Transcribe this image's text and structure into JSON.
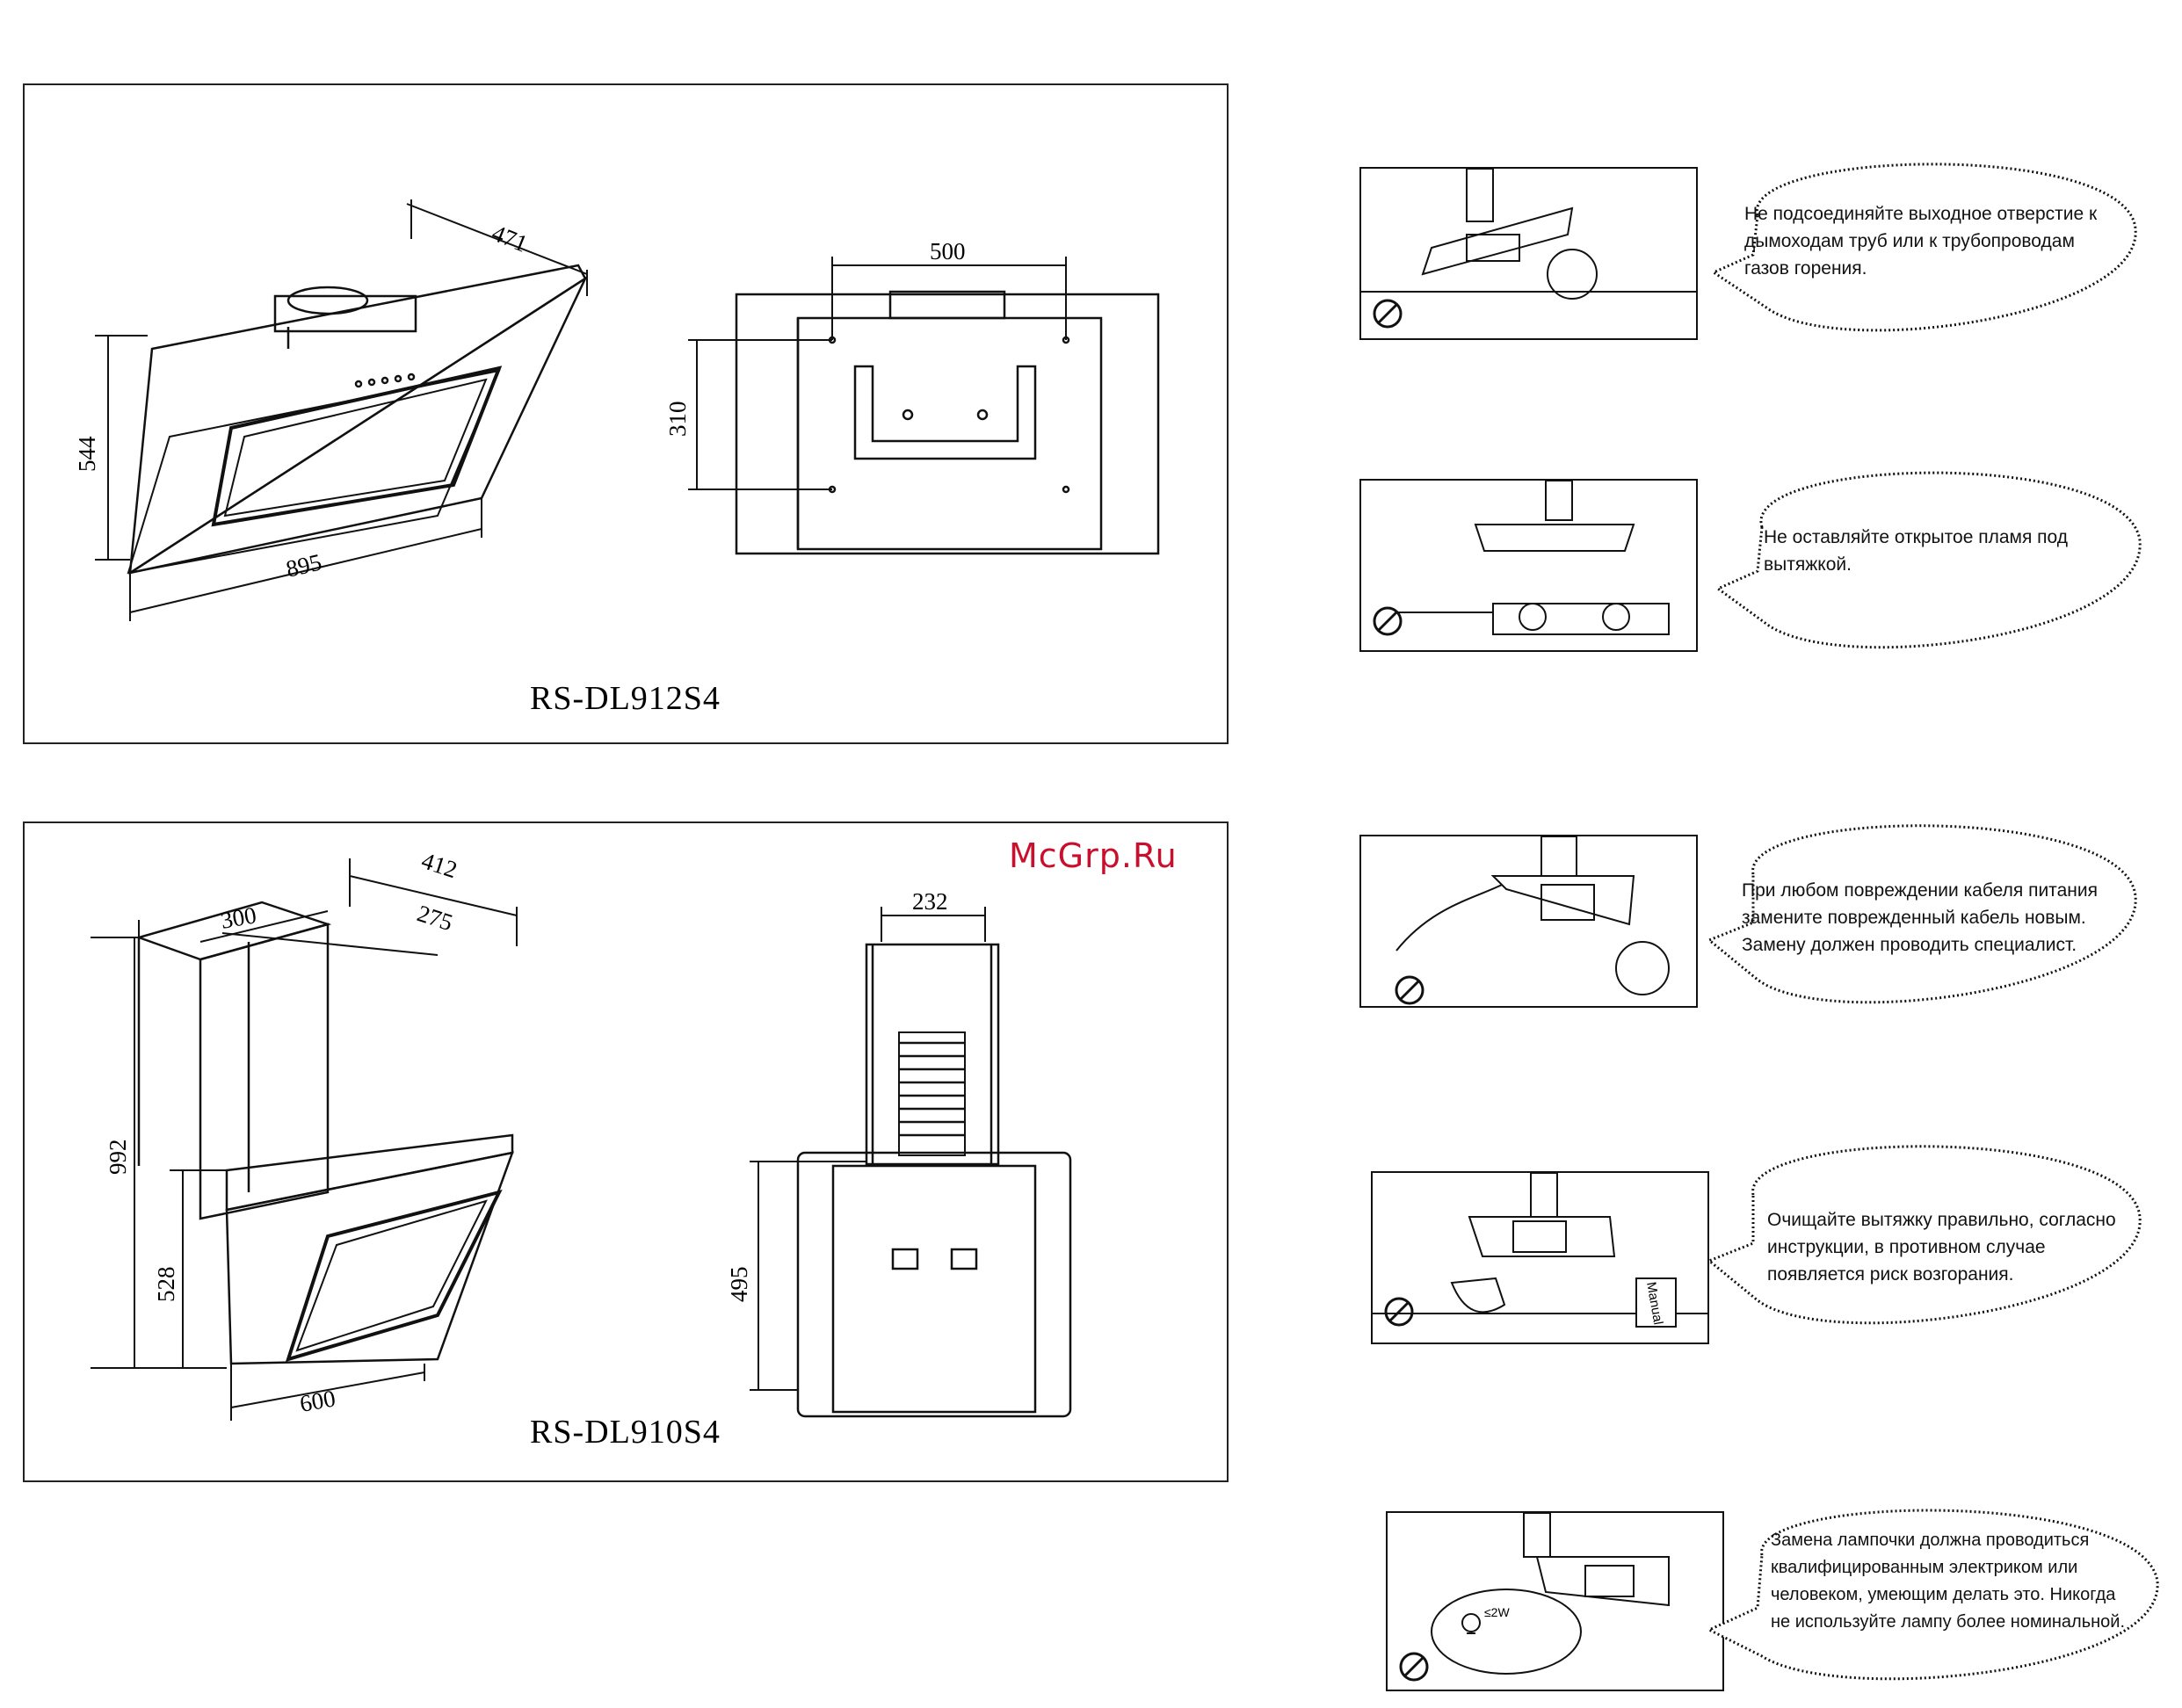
{
  "watermark": "McGrp.Ru",
  "model_top": {
    "name": "RS-DL912S4",
    "dims": {
      "width_diag": "471",
      "height": "544",
      "base": "895",
      "mount_width": "500",
      "mount_height": "310"
    }
  },
  "model_bottom": {
    "name": "RS-DL910S4",
    "dims": {
      "total_height": "992",
      "lower_height": "528",
      "base": "600",
      "chimney_width": "300",
      "chimney_depth": "275",
      "top_depth": "412",
      "rear_width": "232",
      "rear_height": "495"
    }
  },
  "warnings": [
    {
      "text": "Не подсоединяйте выходное отверстие к дымоходам труб или к трубопроводам газов горения.",
      "lines": [
        "Не подсоединяйте выходное отверстие к",
        "дымоходам труб или к трубопроводам",
        "газов горения."
      ]
    },
    {
      "text": "Не оставляйте открытое пламя под вытяжкой.",
      "lines": [
        "Не оставляйте открытое пламя под",
        "вытяжкой."
      ]
    },
    {
      "text": "При любом повреждении кабеля питания замените поврежденный кабель новым. Замену должен проводить специалист.",
      "lines": [
        "При любом повреждении кабеля питания",
        "замените поврежденный кабель новым.",
        "Замену должен проводить специалист."
      ]
    },
    {
      "text": "Очищайте вытяжку правильно, согласно инструкции, в противном случае появляется риск возгорания.",
      "lines": [
        "Очищайте вытяжку правильно, согласно",
        "инструкции, в противном случае",
        "появляется риск возгорания."
      ]
    },
    {
      "text": "Замена лампочки должна проводиться квалифицированным электриком или человеком, умеющим делать это. Никогда не используйте лампу более номинальной.",
      "lines": [
        "Замена лампочки должна проводиться",
        "квалифицированным электриком или",
        "человеком, умеющим делать это. Никогда",
        "не используйте лампу более номинальной."
      ]
    }
  ],
  "labels": {
    "manual": "Manual",
    "lamp": "≤2W"
  }
}
